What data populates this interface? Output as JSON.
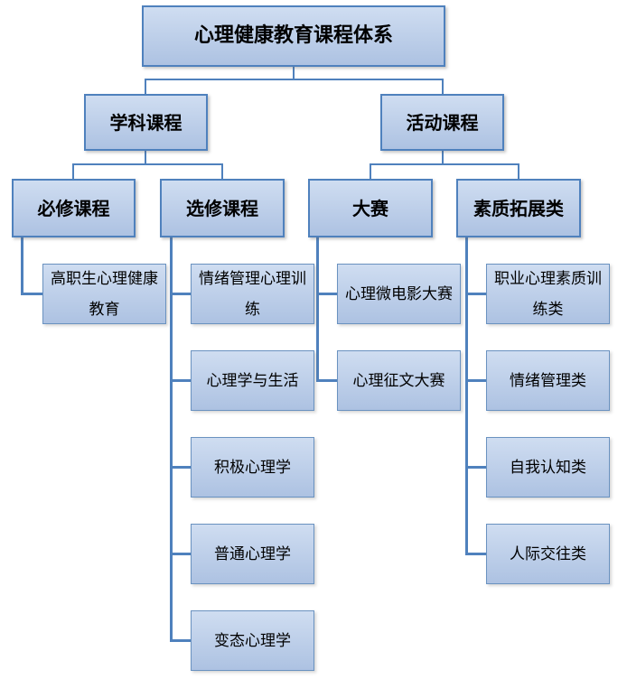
{
  "diagram": {
    "title": "心理健康教育课程体系",
    "branches": [
      {
        "label": "学科课程",
        "children": [
          {
            "label": "必修课程",
            "leaves": [
              "高职生心理健康教育"
            ]
          },
          {
            "label": "选修课程",
            "leaves": [
              "情绪管理心理训练",
              "心理学与生活",
              "积极心理学",
              "普通心理学",
              "变态心理学"
            ]
          }
        ]
      },
      {
        "label": "活动课程",
        "children": [
          {
            "label": "大赛",
            "leaves": [
              "心理微电影大赛",
              "心理征文大赛"
            ]
          },
          {
            "label": "素质拓展类",
            "leaves": [
              "职业心理素质训练类",
              "情绪管理类",
              "自我认知类",
              "人际交往类"
            ]
          }
        ]
      }
    ],
    "colors": {
      "fill_top": "#cfddf1",
      "fill_bottom": "#adc2e2",
      "border": "#4f81bd",
      "leaf_border": "#6a92c0",
      "line": "#4f81bd",
      "text": "#000000",
      "bg": "#ffffff"
    }
  }
}
